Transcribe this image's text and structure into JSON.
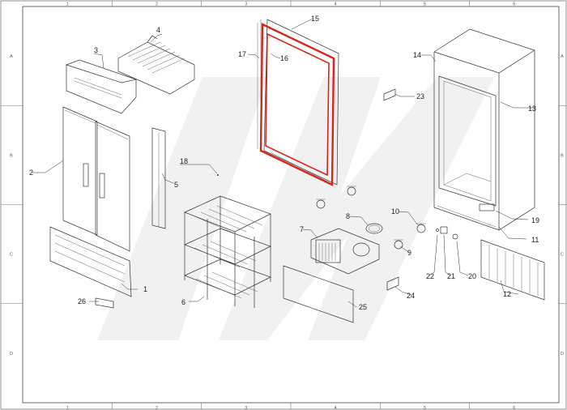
{
  "grid": {
    "columns": [
      "1",
      "2",
      "3",
      "4",
      "5",
      "6"
    ],
    "rows": [
      "A",
      "B",
      "C",
      "D"
    ]
  },
  "callouts": [
    {
      "id": "1",
      "label": "1"
    },
    {
      "id": "2",
      "label": "2"
    },
    {
      "id": "3",
      "label": "3"
    },
    {
      "id": "4",
      "label": "4"
    },
    {
      "id": "5",
      "label": "5"
    },
    {
      "id": "6",
      "label": "6"
    },
    {
      "id": "7",
      "label": "7"
    },
    {
      "id": "8",
      "label": "8"
    },
    {
      "id": "9",
      "label": "9"
    },
    {
      "id": "10",
      "label": "10"
    },
    {
      "id": "11",
      "label": "11"
    },
    {
      "id": "12",
      "label": "12"
    },
    {
      "id": "13",
      "label": "13"
    },
    {
      "id": "14",
      "label": "14"
    },
    {
      "id": "15",
      "label": "15"
    },
    {
      "id": "16",
      "label": "16"
    },
    {
      "id": "17",
      "label": "17"
    },
    {
      "id": "18",
      "label": "18"
    },
    {
      "id": "19",
      "label": "19"
    },
    {
      "id": "20",
      "label": "20"
    },
    {
      "id": "21",
      "label": "21"
    },
    {
      "id": "22",
      "label": "22"
    },
    {
      "id": "23",
      "label": "23"
    },
    {
      "id": "24",
      "label": "24"
    },
    {
      "id": "25",
      "label": "25"
    },
    {
      "id": "26",
      "label": "26"
    }
  ],
  "colors": {
    "gasket": "#d9261c",
    "line": "#333333",
    "watermark": "#f1f1f1"
  }
}
